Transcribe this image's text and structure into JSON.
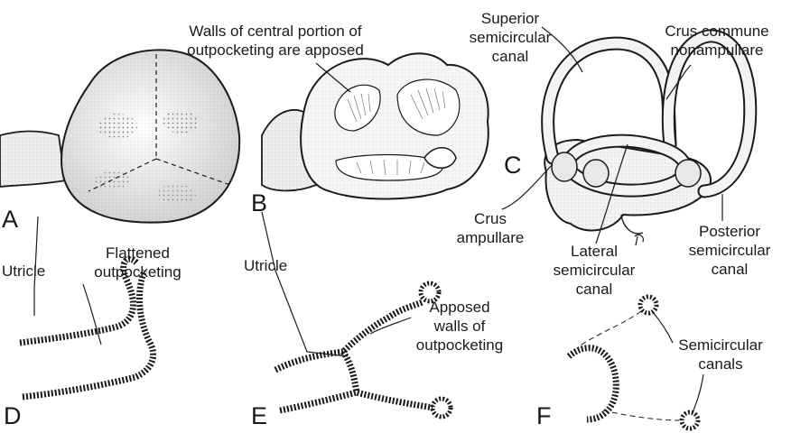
{
  "panels": {
    "a": "A",
    "b": "B",
    "c": "C",
    "d": "D",
    "e": "E",
    "f": "F"
  },
  "labels": {
    "walls_central_1": "Walls of central portion of",
    "walls_central_2": "outpocketing are apposed",
    "superior_1": "Superior",
    "superior_2": "semicircular",
    "superior_3": "canal",
    "crus_commune_1": "Crus commune",
    "crus_commune_2": "nonampullare",
    "crus_ampullare_1": "Crus",
    "crus_ampullare_2": "ampullare",
    "lateral_1": "Lateral",
    "lateral_2": "semicircular",
    "lateral_3": "canal",
    "posterior_1": "Posterior",
    "posterior_2": "semicircular",
    "posterior_3": "canal",
    "utricle_left": "Utricle",
    "utricle_mid": "Utricle",
    "flattened_1": "Flattened",
    "flattened_2": "outpocketing",
    "apposed_1": "Apposed",
    "apposed_2": "walls of",
    "apposed_3": "outpocketing",
    "semi_canals_1": "Semicircular",
    "semi_canals_2": "canals"
  },
  "colors": {
    "ink": "#1a1a1a",
    "shade": "#8a8a8a",
    "fill": "#f4f4f4"
  }
}
